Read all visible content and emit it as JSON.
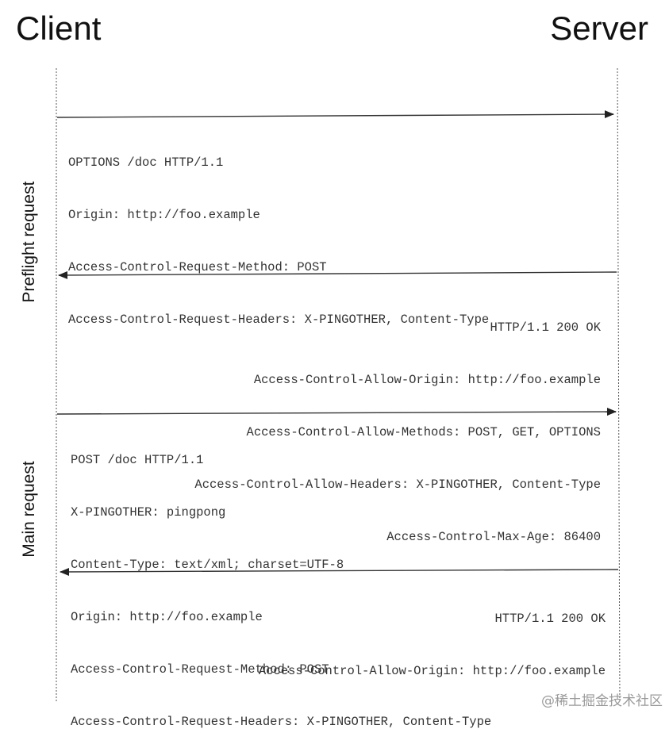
{
  "actors": {
    "client": "Client",
    "server": "Server"
  },
  "phases": {
    "preflight": "Preflight request",
    "main": "Main request"
  },
  "messages": {
    "preflight_request": [
      "OPTIONS /doc HTTP/1.1",
      "Origin: http://foo.example",
      "Access-Control-Request-Method: POST",
      "Access-Control-Request-Headers: X-PINGOTHER, Content-Type"
    ],
    "preflight_response": [
      "HTTP/1.1 200 OK",
      "Access-Control-Allow-Origin: http://foo.example",
      "Access-Control-Allow-Methods: POST, GET, OPTIONS",
      "Access-Control-Allow-Headers: X-PINGOTHER, Content-Type",
      "Access-Control-Max-Age: 86400"
    ],
    "main_request": [
      "POST /doc HTTP/1.1",
      "X-PINGOTHER: pingpong",
      "Content-Type: text/xml; charset=UTF-8",
      "Origin: http://foo.example",
      "Access-Control-Request-Method: POST",
      "Access-Control-Request-Headers: X-PINGOTHER, Content-Type"
    ],
    "main_response": [
      "HTTP/1.1 200 OK",
      "Access-Control-Allow-Origin: http://foo.example"
    ]
  },
  "watermark": "@稀土掘金技术社区",
  "colors": {
    "line": "#333333",
    "text": "#333333",
    "title": "#111111"
  }
}
